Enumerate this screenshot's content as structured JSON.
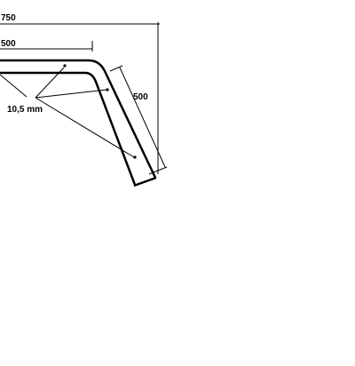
{
  "dimensions": {
    "overall_length": "750",
    "straight_length": "500",
    "angled_length": "500",
    "hole_diameter": "10,5 mm"
  },
  "colors": {
    "line": "#000000",
    "background": "#ffffff"
  }
}
